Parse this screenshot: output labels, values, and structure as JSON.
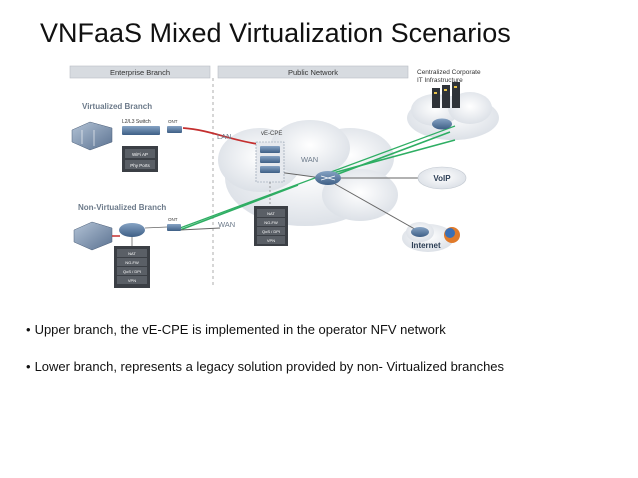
{
  "slide": {
    "title": "VNFaaS  Mixed Virtualization Scenarios"
  },
  "diagram": {
    "sections": {
      "enterprise": "Enterprise Branch",
      "public": "Public Network"
    },
    "virtualized_branch": {
      "title": "Virtualized Branch",
      "switch_label": "L2/L3 Switch",
      "ont_label": "ONT",
      "box_items": [
        "WiFi AP",
        "Phy Ports"
      ]
    },
    "non_virtualized_branch": {
      "title": "Non-Virtualized Branch",
      "ont_label": "ONT",
      "box_items": [
        "NAT",
        "NG-FW",
        "QoS / DPI",
        "VPN"
      ]
    },
    "vecpe": {
      "label": "vE-CPE",
      "stack_items": [
        "NAT",
        "NG-FW",
        "QoS / DPI",
        "VPN"
      ]
    },
    "links": {
      "lan": "LAN",
      "wan_upper": "WAN",
      "wan_lower": "WAN"
    },
    "corporate": {
      "line1": "Centralized Corporate",
      "line2": "IT Infrastructure"
    },
    "voip": "VoIP",
    "internet": "Internet",
    "colors": {
      "cloud": "#e9edf2",
      "green_link": "#2eae63",
      "red_link": "#c42f2f",
      "router_blue": "#5d7ea6",
      "header_bg": "#d7dbe0"
    }
  },
  "bullets": [
    "Upper branch, the vE-CPE is implemented in the operator NFV network",
    "Lower branch, represents a legacy solution provided by non- Virtualized branches"
  ]
}
